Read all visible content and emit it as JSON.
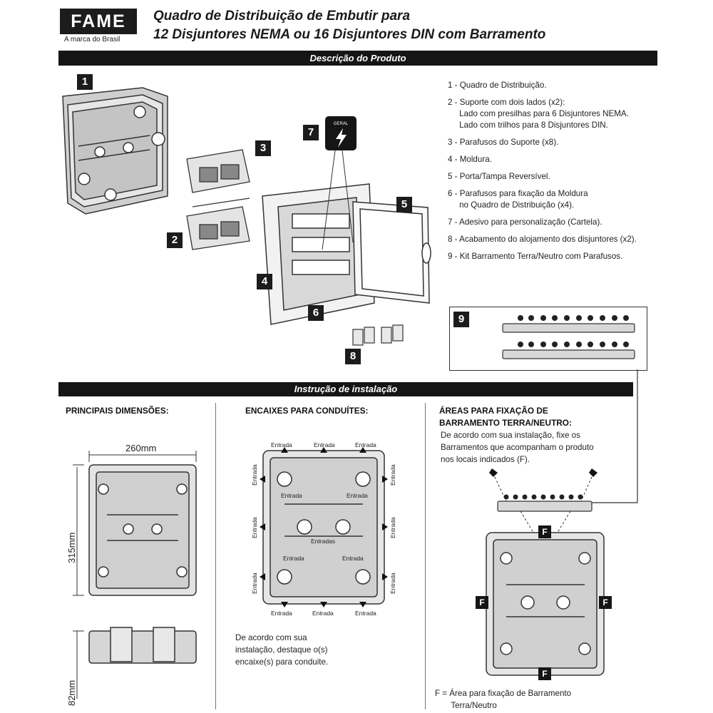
{
  "brand": {
    "logo": "FAME",
    "tagline": "A marca do Brasil"
  },
  "title": {
    "line1": "Quadro de Distribuição de Embutir para",
    "line2": "12 Disjuntores NEMA ou 16 Disjuntores DIN com Barramento"
  },
  "sections": {
    "product": "Descrição do Produto",
    "install": "Instrução de instalação"
  },
  "parts": [
    "1 - Quadro de Distribuição.",
    "2 - Suporte com dois lados (x2):\n     Lado com presilhas para 6 Disjuntores NEMA.\n     Lado com trilhos para 8 Disjuntores DIN.",
    "3 - Parafusos do Suporte (x8).",
    "4 - Moldura.",
    "5 - Porta/Tampa Reversível.",
    "6 - Parafusos para fixação da Moldura\n     no Quadro de Distribuição (x4).",
    "7 - Adesivo para personalização (Cartela).",
    "8 - Acabamento do alojamento dos disjuntores (x2).",
    "9 - Kit Barramento Terra/Neutro com Parafusos."
  ],
  "tags": {
    "t1": "1",
    "t2": "2",
    "t3": "3",
    "t4": "4",
    "t5": "5",
    "t6": "6",
    "t7": "7",
    "t8": "8",
    "t9": "9"
  },
  "sticker_label": "GERAL",
  "dimensions": {
    "heading": "PRINCIPAIS DIMENSÕES:",
    "width": "260mm",
    "height": "315mm",
    "depth": "82mm"
  },
  "conduits": {
    "heading": "ENCAIXES PARA CONDUÍTES:",
    "entry": "Entrada",
    "entries": "Entradas",
    "note": "De acordo com sua\ninstalação, destaque o(s)\nencaixe(s) para conduite."
  },
  "busbar": {
    "heading": "ÁREAS PARA FIXAÇÃO DE\nBARRAMENTO TERRA/NEUTRO:",
    "text": "De acordo com sua instalação, fixe os\nBarramentos que acompanham o produto\nnos locais indicados (F).",
    "f": "F",
    "legend": "F = Área para fixação de Barramento\n       Terra/Neutro"
  }
}
